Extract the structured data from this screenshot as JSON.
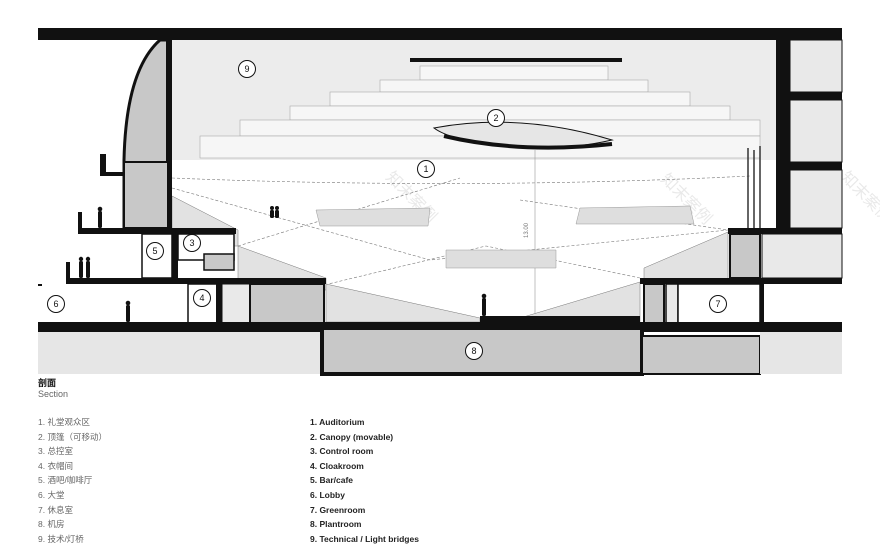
{
  "section_title": {
    "zh": "剖面",
    "en": "Section"
  },
  "markers": [
    "1",
    "2",
    "3",
    "4",
    "5",
    "6",
    "7",
    "8",
    "9"
  ],
  "dimension_label": "13.00",
  "legend_zh": [
    "1. 礼堂观众区",
    "2. 顶篷（可移动）",
    "3. 总控室",
    "4. 衣帽间",
    "5. 酒吧/咖啡厅",
    "6. 大堂",
    "7. 休息室",
    "8. 机房",
    "9. 技术/灯桥"
  ],
  "legend_en": [
    "1.  Auditorium",
    "2.  Canopy (movable)",
    "3.  Control room",
    "4.  Cloakroom",
    "5.  Bar/cafe",
    "6.  Lobby",
    "7.  Greenroom",
    "8.  Plantroom",
    "9.  Technical / Light bridges"
  ],
  "watermark": "知末案例",
  "colors": {
    "poche": "#111111",
    "fill_gray": "#c8c8c8",
    "light_gray": "#e9e9e9",
    "line": "#555555"
  }
}
